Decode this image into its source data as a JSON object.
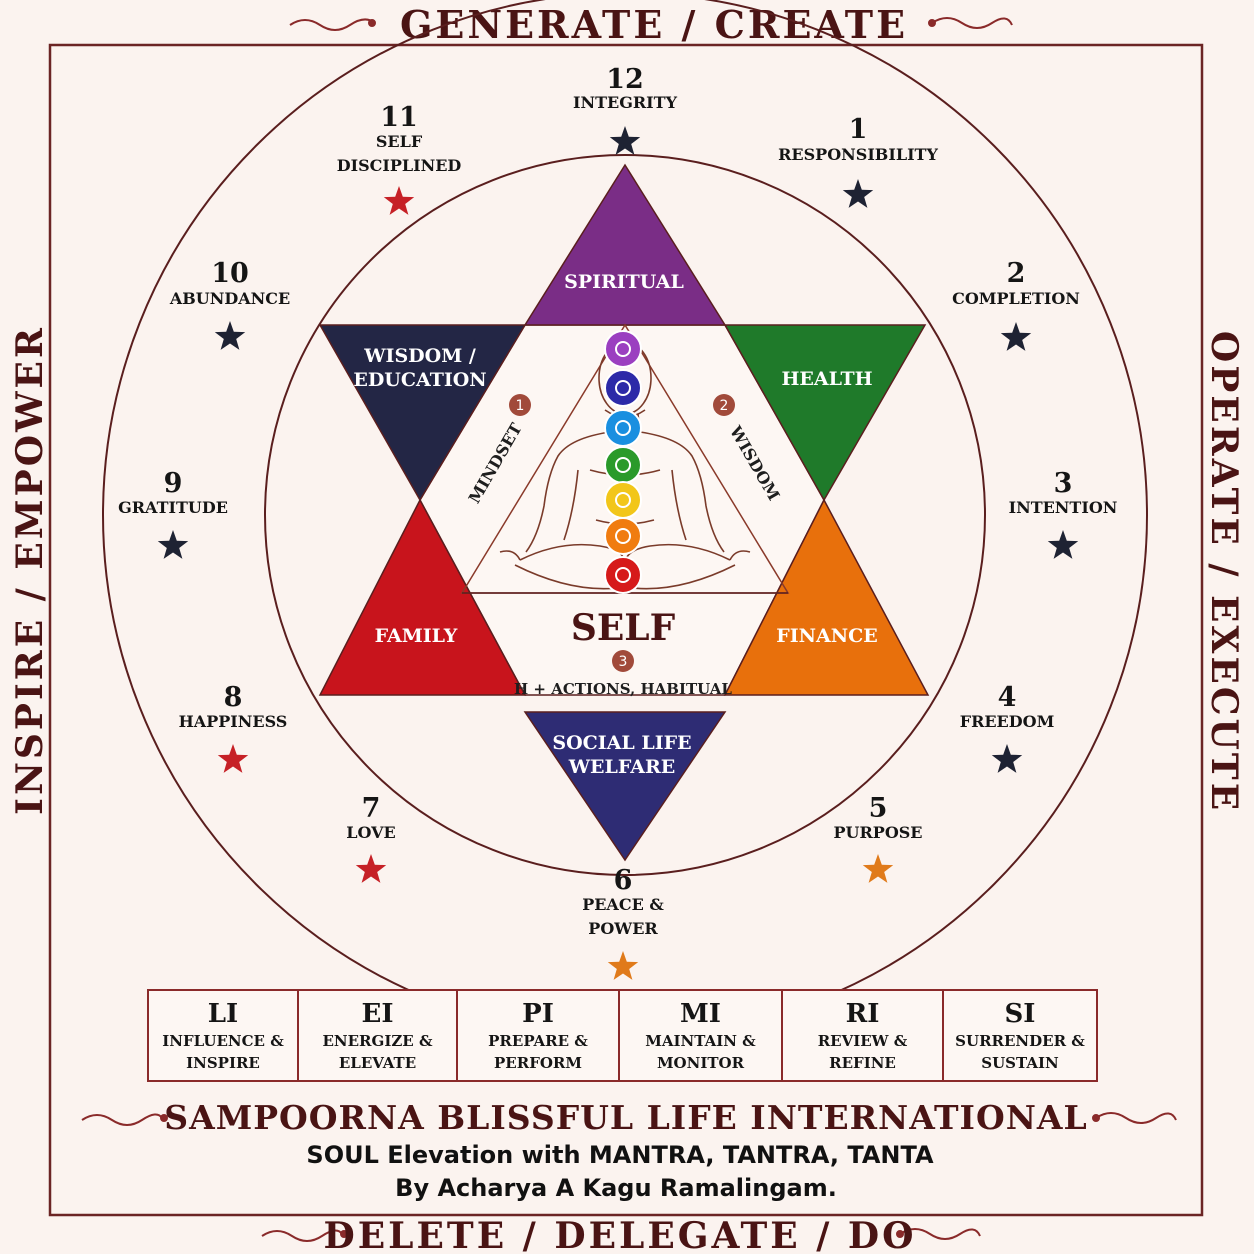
{
  "sides": {
    "top": "GENERATE / CREATE",
    "bottom": "DELETE / DELEGATE / DO",
    "left": "INSPIRE / EMPOWER",
    "right": "OPERATE / EXECUTE"
  },
  "values": [
    {
      "num": "12",
      "label": [
        "INTEGRITY"
      ],
      "star_color": "#1e2233"
    },
    {
      "num": "1",
      "label": [
        "RESPONSIBILITY"
      ],
      "star_color": "#1e2233"
    },
    {
      "num": "2",
      "label": [
        "COMPLETION"
      ],
      "star_color": "#1e2233"
    },
    {
      "num": "3",
      "label": [
        "INTENTION"
      ],
      "star_color": "#1e2233"
    },
    {
      "num": "4",
      "label": [
        "FREEDOM"
      ],
      "star_color": "#1e2233"
    },
    {
      "num": "5",
      "label": [
        "PURPOSE"
      ],
      "star_color": "#e07a1a"
    },
    {
      "num": "6",
      "label": [
        "PEACE &",
        "POWER"
      ],
      "star_color": "#e07a1a"
    },
    {
      "num": "7",
      "label": [
        "LOVE"
      ],
      "star_color": "#c62026"
    },
    {
      "num": "8",
      "label": [
        "HAPPINESS"
      ],
      "star_color": "#c62026"
    },
    {
      "num": "9",
      "label": [
        "GRATITUDE"
      ],
      "star_color": "#1e2233"
    },
    {
      "num": "10",
      "label": [
        "ABUNDANCE"
      ],
      "star_color": "#1e2233"
    },
    {
      "num": "11",
      "label": [
        "SELF",
        "DISCIPLINED"
      ],
      "star_color": "#c62026"
    }
  ],
  "star_points": [
    {
      "name": "spiritual",
      "label": [
        "SPIRITUAL"
      ],
      "color": "#7a2d86"
    },
    {
      "name": "health",
      "label": [
        "HEALTH"
      ],
      "color": "#1f7a2a"
    },
    {
      "name": "finance",
      "label": [
        "FINANCE"
      ],
      "color": "#e8700c"
    },
    {
      "name": "social",
      "label": [
        "SOCIAL LIFE",
        "WELFARE"
      ],
      "color": "#2e2c74"
    },
    {
      "name": "family",
      "label": [
        "FAMILY"
      ],
      "color": "#c8141c"
    },
    {
      "name": "wisdom",
      "label": [
        "WISDOM /",
        "EDUCATION"
      ],
      "color": "#232645"
    }
  ],
  "center": {
    "title": "SELF",
    "subtitle": "H + ACTIONS, HABITUAL",
    "sides": [
      {
        "num": "1",
        "label": "MINDSET"
      },
      {
        "num": "2",
        "label": "WISDOM"
      },
      {
        "num": "3",
        "label": ""
      }
    ],
    "chakra_colors": [
      "#9b3fc0",
      "#2c2aa8",
      "#1a8fe0",
      "#2a9a2a",
      "#f2c61a",
      "#f07c10",
      "#d61a1a"
    ]
  },
  "phases": [
    {
      "code": "LI",
      "line1": "INFLUENCE &",
      "line2": "INSPIRE"
    },
    {
      "code": "EI",
      "line1": "ENERGIZE &",
      "line2": "ELEVATE"
    },
    {
      "code": "PI",
      "line1": "PREPARE &",
      "line2": "PERFORM"
    },
    {
      "code": "MI",
      "line1": "MAINTAIN &",
      "line2": "MONITOR"
    },
    {
      "code": "RI",
      "line1": "REVIEW &",
      "line2": "REFINE"
    },
    {
      "code": "SI",
      "line1": "SURRENDER &",
      "line2": "SUSTAIN"
    }
  ],
  "footer": {
    "org": "SAMPOORNA BLISSFUL LIFE INTERNATIONAL",
    "tagline": "SOUL Elevation with MANTRA, TANTRA, TANTA",
    "author": "By Acharya A Kagu Ramalingam."
  },
  "colors": {
    "ink": "#4a1414",
    "background": "#fbf3ef",
    "star_dark": "#1e2233"
  }
}
